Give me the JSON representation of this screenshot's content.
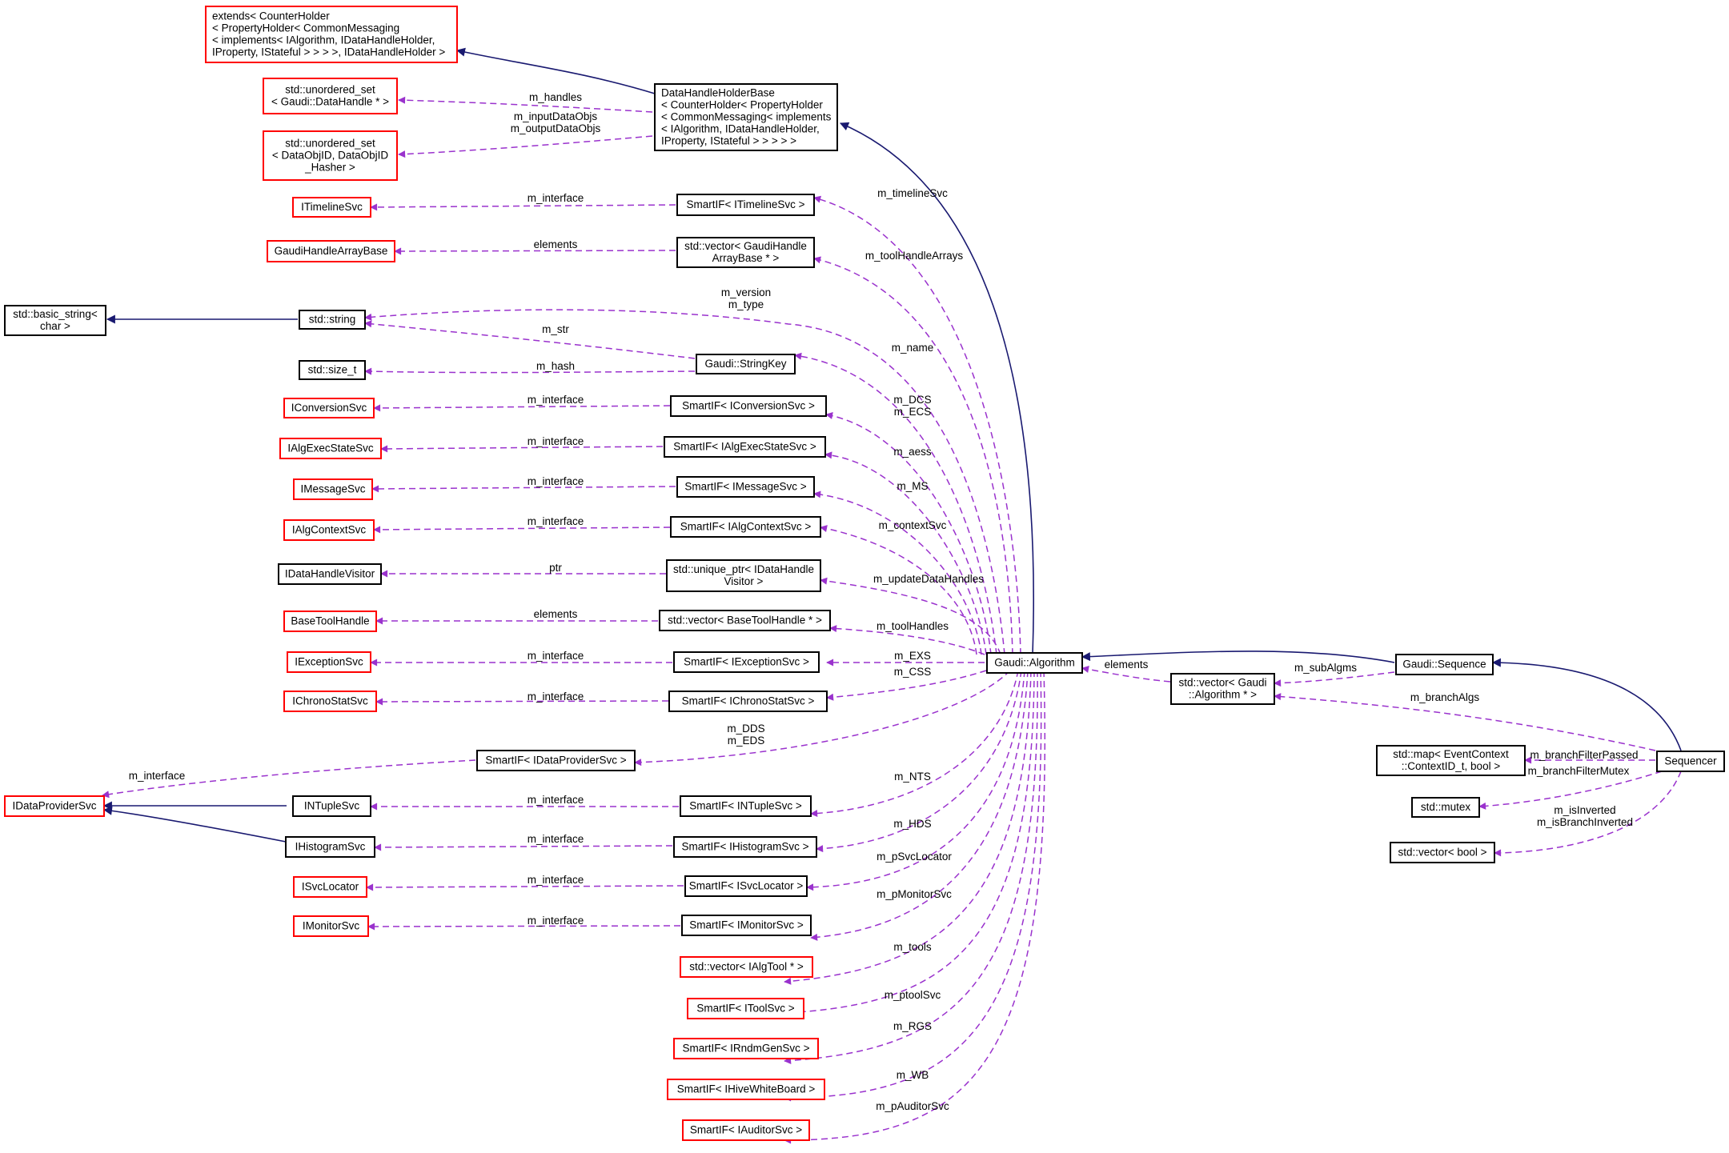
{
  "colors": {
    "inheritance_edge": "#191970",
    "usage_edge": "#9a32cd",
    "node_border_documented": "#000000",
    "node_border_undocumented": "#ff0000",
    "focus_node_fill": "#bfbfbf"
  },
  "nodes": [
    {
      "id": "extends_holder",
      "border": "red",
      "lines": [
        "extends< CounterHolder",
        "< PropertyHolder< CommonMessaging",
        "< implements< IAlgorithm, IDataHandleHolder,",
        " IProperty, IStateful > > > >, IDataHandleHolder >"
      ]
    },
    {
      "id": "dhhb",
      "border": "black",
      "lines": [
        "DataHandleHolderBase",
        "< CounterHolder< PropertyHolder",
        "< CommonMessaging< implements",
        "< IAlgorithm, IDataHandleHolder,",
        " IProperty, IStateful > > > > >"
      ]
    },
    {
      "id": "uset_datahandle",
      "border": "red",
      "lines": [
        "std::unordered_set",
        "< Gaudi::DataHandle * >"
      ]
    },
    {
      "id": "uset_dataobjid",
      "border": "red",
      "lines": [
        "std::unordered_set",
        "< DataObjID, DataObjID",
        "_Hasher >"
      ]
    },
    {
      "id": "itimelinesvc",
      "border": "red",
      "lines": [
        "ITimelineSvc"
      ]
    },
    {
      "id": "sp_timeline",
      "border": "black",
      "lines": [
        "SmartIF< ITimelineSvc >"
      ]
    },
    {
      "id": "ghab",
      "border": "red",
      "lines": [
        "GaudiHandleArrayBase"
      ]
    },
    {
      "id": "vec_gha",
      "border": "black",
      "lines": [
        "std::vector< GaudiHandle",
        "ArrayBase * >"
      ]
    },
    {
      "id": "basic_string",
      "border": "black",
      "lines": [
        "std::basic_string<",
        "char >"
      ]
    },
    {
      "id": "std_string",
      "border": "black",
      "lines": [
        "std::string"
      ]
    },
    {
      "id": "size_t",
      "border": "black",
      "lines": [
        "std::size_t"
      ]
    },
    {
      "id": "stringkey",
      "border": "black",
      "lines": [
        "Gaudi::StringKey"
      ]
    },
    {
      "id": "iconversionsvc",
      "border": "red",
      "lines": [
        "IConversionSvc"
      ]
    },
    {
      "id": "sp_conversion",
      "border": "black",
      "lines": [
        "SmartIF< IConversionSvc >"
      ]
    },
    {
      "id": "ialgexecstatesvc",
      "border": "red",
      "lines": [
        "IAlgExecStateSvc"
      ]
    },
    {
      "id": "sp_algexec",
      "border": "black",
      "lines": [
        "SmartIF< IAlgExecStateSvc >"
      ]
    },
    {
      "id": "imessagesvc",
      "border": "red",
      "lines": [
        "IMessageSvc"
      ]
    },
    {
      "id": "sp_message",
      "border": "black",
      "lines": [
        "SmartIF< IMessageSvc >"
      ]
    },
    {
      "id": "ialgcontextsvc",
      "border": "red",
      "lines": [
        "IAlgContextSvc"
      ]
    },
    {
      "id": "sp_algcontext",
      "border": "black",
      "lines": [
        "SmartIF< IAlgContextSvc >"
      ]
    },
    {
      "id": "idhvisitor",
      "border": "black",
      "lines": [
        "IDataHandleVisitor"
      ]
    },
    {
      "id": "uptr_visitor",
      "border": "black",
      "lines": [
        "std::unique_ptr< IDataHandle",
        "Visitor >"
      ]
    },
    {
      "id": "basetoolhandle",
      "border": "red",
      "lines": [
        "BaseToolHandle"
      ]
    },
    {
      "id": "vec_basetool",
      "border": "black",
      "lines": [
        "std::vector< BaseToolHandle * >"
      ]
    },
    {
      "id": "iexceptionsvc",
      "border": "red",
      "lines": [
        "IExceptionSvc"
      ]
    },
    {
      "id": "sp_exception",
      "border": "black",
      "lines": [
        "SmartIF< IExceptionSvc >"
      ]
    },
    {
      "id": "ichronostatsvc",
      "border": "red",
      "lines": [
        "IChronoStatSvc"
      ]
    },
    {
      "id": "sp_chrono",
      "border": "black",
      "lines": [
        "SmartIF< IChronoStatSvc >"
      ]
    },
    {
      "id": "sp_dataprovider",
      "border": "black",
      "lines": [
        "SmartIF< IDataProviderSvc >"
      ]
    },
    {
      "id": "idataprovidersvc",
      "border": "red",
      "lines": [
        "IDataProviderSvc"
      ]
    },
    {
      "id": "intuplesvc",
      "border": "black",
      "lines": [
        "INTupleSvc"
      ]
    },
    {
      "id": "sp_ntuple",
      "border": "black",
      "lines": [
        "SmartIF< INTupleSvc >"
      ]
    },
    {
      "id": "ihistogramsvc",
      "border": "black",
      "lines": [
        "IHistogramSvc"
      ]
    },
    {
      "id": "sp_histogram",
      "border": "black",
      "lines": [
        "SmartIF< IHistogramSvc >"
      ]
    },
    {
      "id": "isvclocator",
      "border": "red",
      "lines": [
        "ISvcLocator"
      ]
    },
    {
      "id": "sp_svclocator",
      "border": "black",
      "lines": [
        "SmartIF< ISvcLocator >"
      ]
    },
    {
      "id": "imonitorsvc",
      "border": "red",
      "lines": [
        "IMonitorSvc"
      ]
    },
    {
      "id": "sp_monitor",
      "border": "black",
      "lines": [
        "SmartIF< IMonitorSvc >"
      ]
    },
    {
      "id": "vec_algtool",
      "border": "red",
      "lines": [
        "std::vector< IAlgTool * >"
      ]
    },
    {
      "id": "sp_toolsvc",
      "border": "red",
      "lines": [
        "SmartIF< IToolSvc >"
      ]
    },
    {
      "id": "sp_rndm",
      "border": "red",
      "lines": [
        "SmartIF< IRndmGenSvc >"
      ]
    },
    {
      "id": "sp_hivewb",
      "border": "red",
      "lines": [
        "SmartIF< IHiveWhiteBoard >"
      ]
    },
    {
      "id": "sp_auditor",
      "border": "red",
      "lines": [
        "SmartIF< IAuditorSvc >"
      ]
    },
    {
      "id": "gaudi_algorithm",
      "border": "black",
      "lines": [
        "Gaudi::Algorithm"
      ]
    },
    {
      "id": "vec_galgo",
      "border": "black",
      "lines": [
        "std::vector< Gaudi",
        "::Algorithm * >"
      ]
    },
    {
      "id": "gaudi_sequence",
      "border": "black",
      "lines": [
        "Gaudi::Sequence"
      ]
    },
    {
      "id": "sequencer",
      "border": "black",
      "focus": true,
      "lines": [
        "Sequencer"
      ]
    },
    {
      "id": "map_ctx",
      "border": "black",
      "lines": [
        "std::map< EventContext",
        "::ContextID_t, bool >"
      ]
    },
    {
      "id": "mutex",
      "border": "black",
      "lines": [
        "std::mutex"
      ]
    },
    {
      "id": "vec_bool",
      "border": "black",
      "lines": [
        "std::vector< bool >"
      ]
    }
  ],
  "edge_labels": [
    {
      "id": "lbl_handles",
      "lines": [
        "m_handles"
      ]
    },
    {
      "id": "lbl_dataobjs",
      "lines": [
        "m_inputDataObjs",
        "m_outputDataObjs"
      ]
    },
    {
      "id": "lbl_if_timeline",
      "lines": [
        "m_interface"
      ]
    },
    {
      "id": "lbl_timelinesvc",
      "lines": [
        "m_timelineSvc"
      ]
    },
    {
      "id": "lbl_elements_gha",
      "lines": [
        "elements"
      ]
    },
    {
      "id": "lbl_toolhandlearrays",
      "lines": [
        "m_toolHandleArrays"
      ]
    },
    {
      "id": "lbl_version_type",
      "lines": [
        "m_version",
        "m_type"
      ]
    },
    {
      "id": "lbl_str",
      "lines": [
        "m_str"
      ]
    },
    {
      "id": "lbl_hash",
      "lines": [
        "m_hash"
      ]
    },
    {
      "id": "lbl_name",
      "lines": [
        "m_name"
      ]
    },
    {
      "id": "lbl_if_conversion",
      "lines": [
        "m_interface"
      ]
    },
    {
      "id": "lbl_dcs_ecs",
      "lines": [
        "m_DCS",
        "m_ECS"
      ]
    },
    {
      "id": "lbl_if_algexec",
      "lines": [
        "m_interface"
      ]
    },
    {
      "id": "lbl_aess",
      "lines": [
        "m_aess"
      ]
    },
    {
      "id": "lbl_if_message",
      "lines": [
        "m_interface"
      ]
    },
    {
      "id": "lbl_ms",
      "lines": [
        "m_MS"
      ]
    },
    {
      "id": "lbl_if_algcontext",
      "lines": [
        "m_interface"
      ]
    },
    {
      "id": "lbl_contextsvc",
      "lines": [
        "m_contextSvc"
      ]
    },
    {
      "id": "lbl_ptr",
      "lines": [
        "ptr"
      ]
    },
    {
      "id": "lbl_updatedatahandles",
      "lines": [
        "m_updateDataHandles"
      ]
    },
    {
      "id": "lbl_elements_bth",
      "lines": [
        "elements"
      ]
    },
    {
      "id": "lbl_toolhandles",
      "lines": [
        "m_toolHandles"
      ]
    },
    {
      "id": "lbl_if_exception",
      "lines": [
        "m_interface"
      ]
    },
    {
      "id": "lbl_exs",
      "lines": [
        "m_EXS"
      ]
    },
    {
      "id": "lbl_if_chrono",
      "lines": [
        "m_interface"
      ]
    },
    {
      "id": "lbl_css",
      "lines": [
        "m_CSS"
      ]
    },
    {
      "id": "lbl_dds_eds",
      "lines": [
        "m_DDS",
        "m_EDS"
      ]
    },
    {
      "id": "lbl_if_dataprovider",
      "lines": [
        "m_interface"
      ]
    },
    {
      "id": "lbl_if_ntuple",
      "lines": [
        "m_interface"
      ]
    },
    {
      "id": "lbl_nts",
      "lines": [
        "m_NTS"
      ]
    },
    {
      "id": "lbl_if_histogram",
      "lines": [
        "m_interface"
      ]
    },
    {
      "id": "lbl_hds",
      "lines": [
        "m_HDS"
      ]
    },
    {
      "id": "lbl_if_svclocator",
      "lines": [
        "m_interface"
      ]
    },
    {
      "id": "lbl_psvclocator",
      "lines": [
        "m_pSvcLocator"
      ]
    },
    {
      "id": "lbl_if_monitor",
      "lines": [
        "m_interface"
      ]
    },
    {
      "id": "lbl_pmonitorsvc",
      "lines": [
        "m_pMonitorSvc"
      ]
    },
    {
      "id": "lbl_tools",
      "lines": [
        "m_tools"
      ]
    },
    {
      "id": "lbl_ptoolsvc",
      "lines": [
        "m_ptoolSvc"
      ]
    },
    {
      "id": "lbl_rgs",
      "lines": [
        "m_RGS"
      ]
    },
    {
      "id": "lbl_wb",
      "lines": [
        "m_WB"
      ]
    },
    {
      "id": "lbl_pauditorsvc",
      "lines": [
        "m_pAuditorSvc"
      ]
    },
    {
      "id": "lbl_elements_algo",
      "lines": [
        "elements"
      ]
    },
    {
      "id": "lbl_subalgms",
      "lines": [
        "m_subAlgms"
      ]
    },
    {
      "id": "lbl_branchalgs",
      "lines": [
        "m_branchAlgs"
      ]
    },
    {
      "id": "lbl_branchfilterpassed",
      "lines": [
        "m_branchFilterPassed"
      ]
    },
    {
      "id": "lbl_branchfiltermutex",
      "lines": [
        "m_branchFilterMutex"
      ]
    },
    {
      "id": "lbl_inverted",
      "lines": [
        "m_isInverted",
        "m_isBranchInverted"
      ]
    }
  ]
}
